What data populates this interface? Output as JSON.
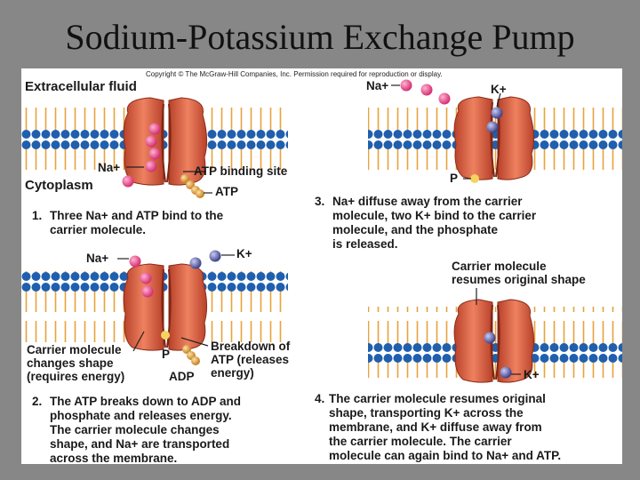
{
  "slide_title": "Sodium-Potassium Exchange Pump",
  "copyright": "Copyright © The McGraw-Hill Companies, Inc. Permission required for reproduction or display.",
  "panel1": {
    "extracellular_label": "Extracellular fluid",
    "cytoplasm_label": "Cytoplasm",
    "na_label": "Na+",
    "atp_site_label": "ATP binding site",
    "atp_label": "ATP",
    "step_number": "1.",
    "caption_lines": [
      "Three Na+ and ATP bind to the",
      "carrier molecule."
    ]
  },
  "panel2": {
    "na_label": "Na+",
    "k_label": "K+",
    "shape_label_lines": [
      "Carrier molecule",
      "changes shape",
      "(requires energy)"
    ],
    "p_label": "P",
    "adp_label": "ADP",
    "breakdown_label_lines": [
      "Breakdown of",
      "ATP (releases",
      "energy)"
    ],
    "step_number": "2.",
    "caption_lines": [
      "The ATP breaks down to ADP and",
      "phosphate and releases energy.",
      "The carrier molecule changes",
      "shape, and Na+ are transported",
      "across the membrane."
    ]
  },
  "panel3": {
    "na_label": "Na+",
    "k_label": "K+",
    "p_label": "P",
    "step_number": "3.",
    "caption_lines": [
      "Na+ diffuse away from the carrier",
      "molecule, two K+ bind to the carrier",
      "molecule, and the phosphate",
      "is released."
    ]
  },
  "panel4": {
    "resumes_label_lines": [
      "Carrier molecule",
      "resumes original shape"
    ],
    "k_label": "K+",
    "step_number": "4.",
    "caption_lines": [
      "The carrier molecule resumes original",
      "shape, transporting K+ across the",
      "membrane, and K+ diffuse away from",
      "the carrier molecule. The carrier",
      "molecule can again bind to Na+ and ATP."
    ]
  },
  "colors": {
    "background": "#878787",
    "membrane_head": "#1f5fae",
    "membrane_tail": "#e8a23a",
    "protein": "#d0573a",
    "sodium": "#e0407e",
    "potassium": "#5a5fa8",
    "atp": "#d99a3a"
  }
}
